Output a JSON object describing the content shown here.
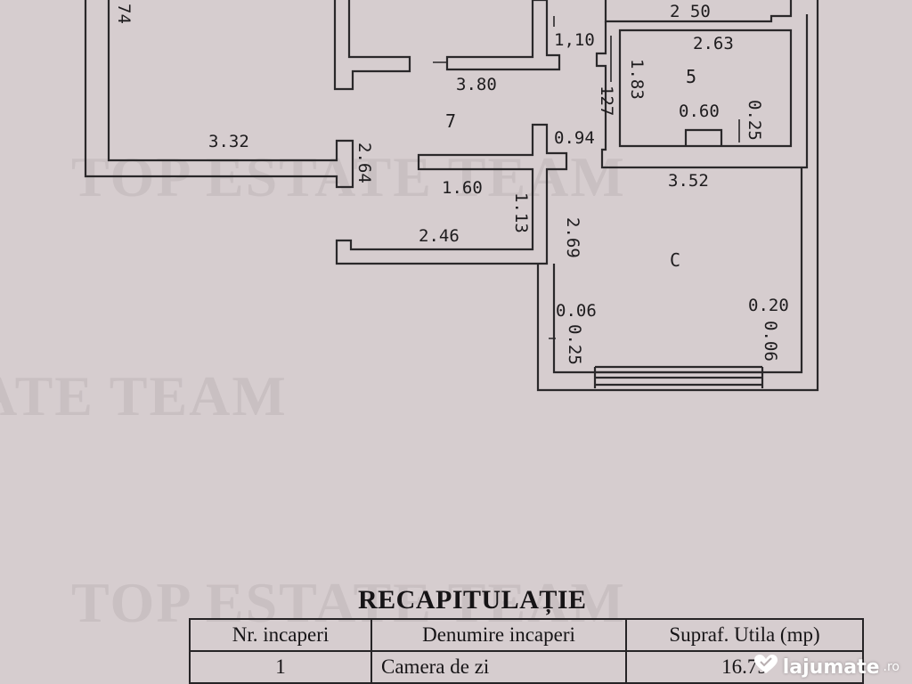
{
  "watermark": {
    "text": "TOP ESTATE TEAM"
  },
  "floorplan": {
    "rooms": [
      {
        "id": "7",
        "label": "7"
      },
      {
        "id": "5",
        "label": "5"
      },
      {
        "id": "6",
        "label": "C"
      }
    ],
    "dimensions": [
      "74",
      "2 50",
      "2.63",
      "1,10",
      "3.80",
      "1.83",
      "127",
      "0.60",
      "0.25",
      "3.32",
      "2.64",
      "0.94",
      "1.60",
      "1.13",
      "3.52",
      "2.46",
      "2.69",
      "0.06",
      "0.20",
      "0.25",
      "0.06"
    ]
  },
  "recap": {
    "title": "RECAPITULAȚIE",
    "headers": [
      "Nr. incaperi",
      "Denumire incaperi",
      "Supraf. Utila (mp)"
    ],
    "rows": [
      {
        "nr": "1",
        "name": "Camera de zi",
        "area": "16.79"
      }
    ]
  },
  "branding": {
    "name": "lajumate",
    "suffix": ".ro"
  }
}
